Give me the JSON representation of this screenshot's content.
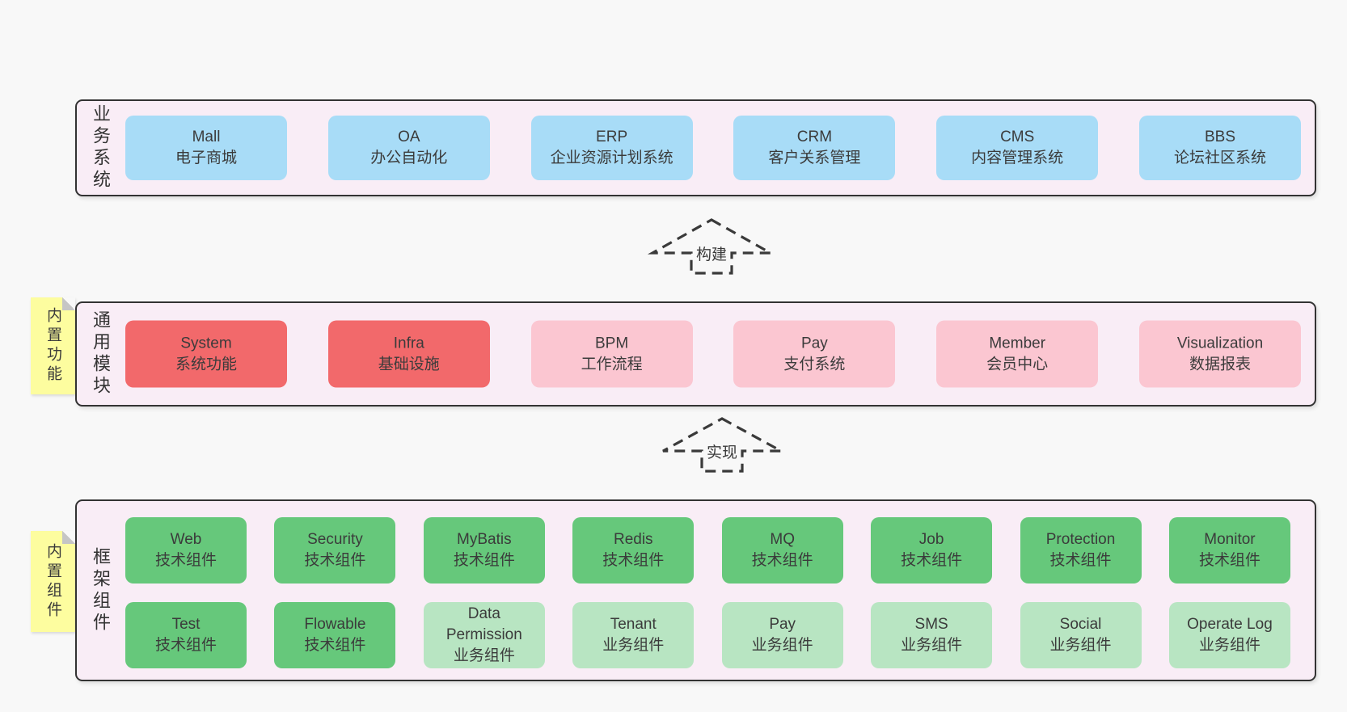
{
  "colors": {
    "background": "#f8f8f8",
    "band_fill": "#f9edf6",
    "band_border": "#333333",
    "blue_box": "#a8dcf7",
    "red_box": "#f2696b",
    "pink_box": "#fbc6d1",
    "green_box": "#66c87b",
    "green_light_box": "#b8e5c2",
    "note_yellow": "#fdfd9f",
    "text": "#3b3b3b"
  },
  "arrows": [
    {
      "label": "构建"
    },
    {
      "label": "实现"
    }
  ],
  "layers": {
    "business": {
      "label": "业务系统",
      "boxes": [
        {
          "name": "Mall",
          "subtitle": "电子商城",
          "variant": "blue"
        },
        {
          "name": "OA",
          "subtitle": "办公自动化",
          "variant": "blue"
        },
        {
          "name": "ERP",
          "subtitle": "企业资源计划系统",
          "variant": "blue"
        },
        {
          "name": "CRM",
          "subtitle": "客户关系管理",
          "variant": "blue"
        },
        {
          "name": "CMS",
          "subtitle": "内容管理系统",
          "variant": "blue"
        },
        {
          "name": "BBS",
          "subtitle": "论坛社区系统",
          "variant": "blue"
        }
      ]
    },
    "modules": {
      "label": "通用模块",
      "note": "内置功能",
      "boxes": [
        {
          "name": "System",
          "subtitle": "系统功能",
          "variant": "red"
        },
        {
          "name": "Infra",
          "subtitle": "基础设施",
          "variant": "red"
        },
        {
          "name": "BPM",
          "subtitle": "工作流程",
          "variant": "pink"
        },
        {
          "name": "Pay",
          "subtitle": "支付系统",
          "variant": "pink"
        },
        {
          "name": "Member",
          "subtitle": "会员中心",
          "variant": "pink"
        },
        {
          "name": "Visualization",
          "subtitle": "数据报表",
          "variant": "pink"
        }
      ]
    },
    "components": {
      "label": "框架组件",
      "note": "内置组件",
      "rows": [
        [
          {
            "name": "Web",
            "subtitle": "技术组件",
            "variant": "green"
          },
          {
            "name": "Security",
            "subtitle": "技术组件",
            "variant": "green"
          },
          {
            "name": "MyBatis",
            "subtitle": "技术组件",
            "variant": "green"
          },
          {
            "name": "Redis",
            "subtitle": "技术组件",
            "variant": "green"
          },
          {
            "name": "MQ",
            "subtitle": "技术组件",
            "variant": "green"
          },
          {
            "name": "Job",
            "subtitle": "技术组件",
            "variant": "green"
          },
          {
            "name": "Protection",
            "subtitle": "技术组件",
            "variant": "green"
          },
          {
            "name": "Monitor",
            "subtitle": "技术组件",
            "variant": "green"
          }
        ],
        [
          {
            "name": "Test",
            "subtitle": "技术组件",
            "variant": "green"
          },
          {
            "name": "Flowable",
            "subtitle": "技术组件",
            "variant": "green"
          },
          {
            "name": "Data Permission",
            "subtitle": "业务组件",
            "variant": "green-light"
          },
          {
            "name": "Tenant",
            "subtitle": "业务组件",
            "variant": "green-light"
          },
          {
            "name": "Pay",
            "subtitle": "业务组件",
            "variant": "green-light"
          },
          {
            "name": "SMS",
            "subtitle": "业务组件",
            "variant": "green-light"
          },
          {
            "name": "Social",
            "subtitle": "业务组件",
            "variant": "green-light"
          },
          {
            "name": "Operate Log",
            "subtitle": "业务组件",
            "variant": "green-light"
          }
        ]
      ]
    }
  }
}
